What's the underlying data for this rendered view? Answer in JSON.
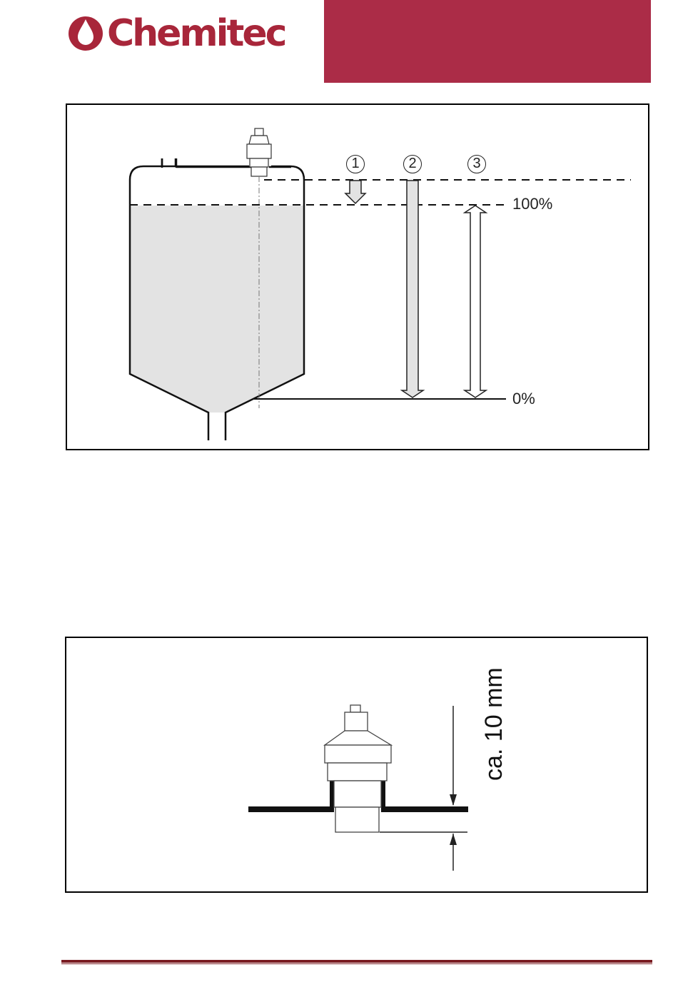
{
  "header": {
    "brand_name": "Chemitec",
    "brand_color": "#a8263a",
    "banner_color": "#ab2c47",
    "logo_icon": "drop-in-circle-icon"
  },
  "figure_level": {
    "markers": [
      "1",
      "2",
      "3"
    ],
    "level_full_label": "100%",
    "level_empty_label": "0%",
    "fill_color": "#e3e3e3"
  },
  "figure_mounting": {
    "dimension_label": "ca. 10 mm"
  },
  "footer": {
    "rule_color": "#7a1c22"
  }
}
